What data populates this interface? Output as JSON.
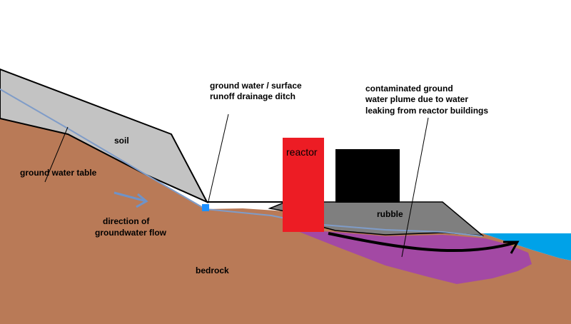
{
  "colors": {
    "background": "#ffffff",
    "bedrock": "#b97a57",
    "soil": "#c3c3c3",
    "rubble": "#7f7f7f",
    "water": "#00a2e8",
    "water_table": "#7f9cc8",
    "plume": "#a349a4",
    "reactor": "#ed1c24",
    "building": "#000000",
    "ditch": "#1e90ff",
    "flow_arrow": "#6f93c8"
  },
  "icons": {
    "flow_arrow": "right-arrow-icon",
    "plume_arrow": "curved-arrow-icon"
  },
  "labels": {
    "soil": "soil",
    "ground_water_table": "ground water table",
    "ditch_line1": "ground water / surface",
    "ditch_line2": "runoff drainage ditch",
    "plume_line1": "contaminated ground",
    "plume_line2": "water plume due to water",
    "plume_line3": "leaking from reactor buildings",
    "reactor": "reactor",
    "rubble": "rubble",
    "flow_line1": "direction of",
    "flow_line2": "groundwater flow",
    "bedrock": "bedrock"
  }
}
